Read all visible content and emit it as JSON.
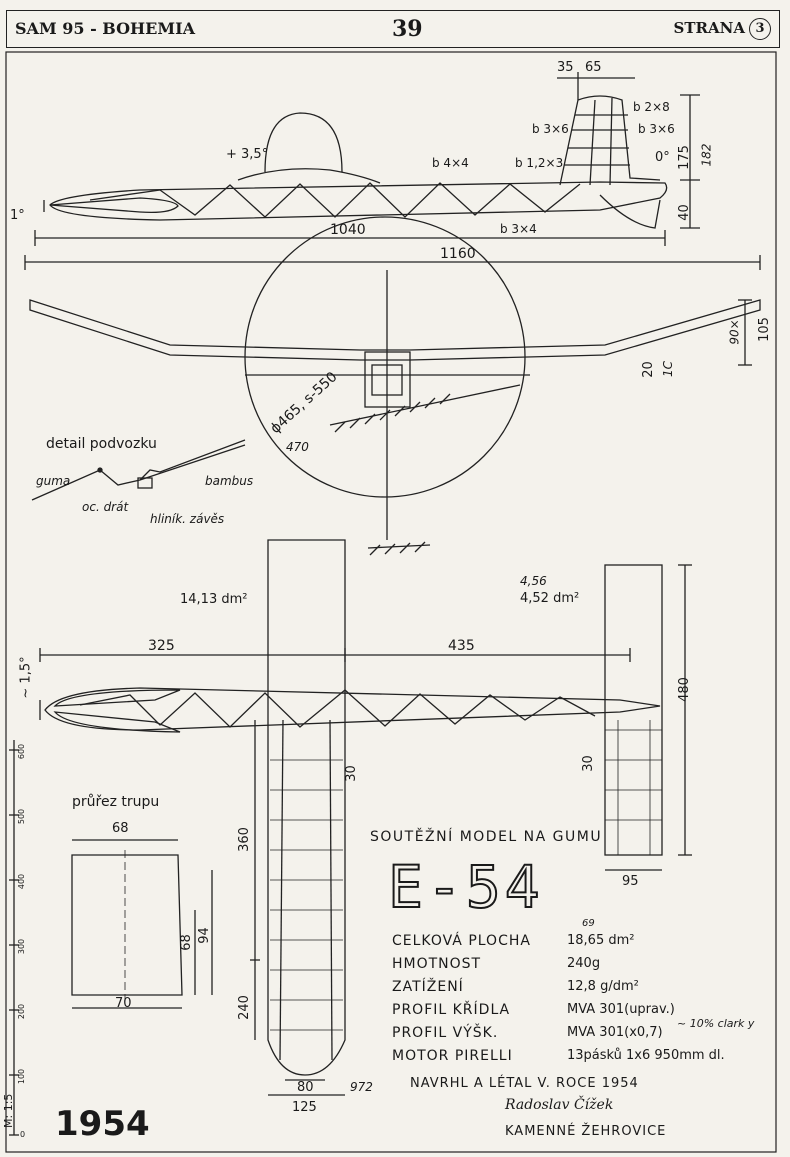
{
  "header": {
    "left": "SAM 95 - BOHEMIA",
    "center": "39",
    "right": "STRANA",
    "page_circle": "3"
  },
  "side_view": {
    "dims": {
      "d35": "35",
      "d65": "65",
      "d175": "175",
      "d40": "40",
      "d1040": "1040",
      "d1160": "1160",
      "hand182": "182"
    },
    "angles": {
      "plus35": "+ 3,5°",
      "zero": "0°",
      "one": "1°"
    },
    "members": {
      "b2x8": "b 2×8",
      "b3x6a": "b 3×6",
      "b3x6b": "b 3×6",
      "b12x3": "b 1,2×3",
      "b4x4": "b 4×4",
      "b3x4": "b 3×4"
    }
  },
  "front_view": {
    "prop": "ϕ465, s-550",
    "prop_hand": "470",
    "d105": "105",
    "d20": "20",
    "hand_a": "90×",
    "hand_b": "1C"
  },
  "gear_detail": {
    "title": "detail podvozku",
    "guma": "guma",
    "bambus": "bambus",
    "drat": "oc. drát",
    "zaves": "hliník. závěs"
  },
  "plan_view": {
    "wing_area": "14,13 dm²",
    "tail_area": "4,52 dm²",
    "tail_area_hand": "4,56",
    "d325": "325",
    "d435": "435",
    "d480": "480",
    "d30a": "30",
    "d30b": "30",
    "d95": "95",
    "d360": "360",
    "d240": "240",
    "d80": "80",
    "d125": "125",
    "hand972": "972",
    "tilt": "~ 1,5°"
  },
  "section": {
    "title": "průřez trupu",
    "d68top": "68",
    "d68": "68",
    "d94": "94",
    "d70": "70"
  },
  "scale": {
    "ticks": [
      "600",
      "500",
      "400",
      "300",
      "200",
      "100",
      "0"
    ],
    "label": "M: 1:5"
  },
  "title_block": {
    "subtitle": "SOUTĚŽNÍ MODEL NA GUMU",
    "name": "E-54",
    "specs": [
      {
        "k": "CELKOVÁ PLOCHA",
        "v": "18,65 dm²"
      },
      {
        "k": "HMOTNOST",
        "v": "240g"
      },
      {
        "k": "ZATÍŽENÍ",
        "v": "12,8 g/dm²"
      },
      {
        "k": "PROFIL KŘÍDLA",
        "v": "MVA 301(uprav.)"
      },
      {
        "k": "PROFIL VÝŠK.",
        "v": "MVA 301(x0,7)"
      },
      {
        "k": "MOTOR PIRELLI",
        "v": "13pásků 1x6  950mm dl."
      }
    ],
    "hand_69": "69",
    "hand_note": "~ 10% clark y",
    "designer_line": "NAVRHL A LÉTAL V. ROCE 1954",
    "designer": "Radoslav Čížek",
    "place": "KAMENNÉ ŽEHROVICE",
    "year": "1954"
  }
}
